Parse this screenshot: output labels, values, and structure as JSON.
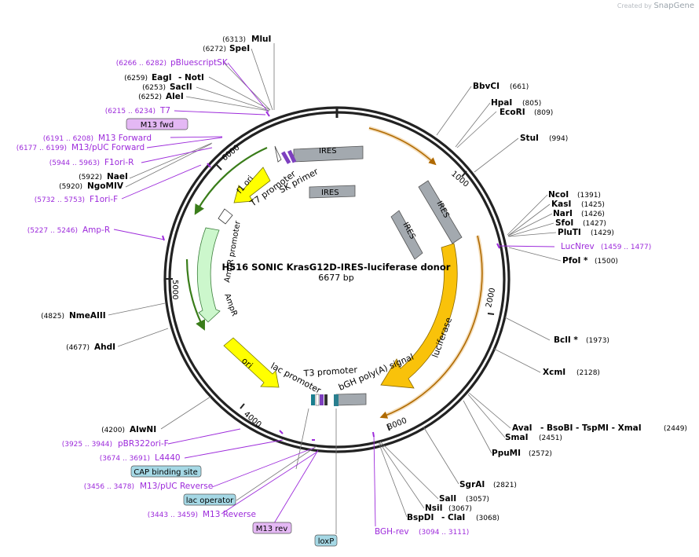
{
  "attribution": {
    "created_by": "Created by",
    "brand": "SnapGene"
  },
  "map": {
    "title": "H516 SONIC KrasG12D-IRES-luciferase donor",
    "length": "6677 bp"
  },
  "ticks": [
    "1000",
    "2000",
    "3000",
    "4000",
    "5000",
    "6000"
  ],
  "features": {
    "ires_top": "IRES",
    "ires_mid": "IRES",
    "ires_right": "IRES",
    "ires_right2": "IRES",
    "luciferase": "luciferase",
    "f1_ori": "f1 ori",
    "t7_promoter": "T7 promoter",
    "sk_primer": "SK primer",
    "ampr_promoter": "AmpR promoter",
    "ampr": "AmpR",
    "ori": "ori",
    "lac_promoter": "lac promoter",
    "t3_promoter": "T3 promoter",
    "bgh_signal": "bGH poly(A) signal"
  },
  "sites": [
    {
      "name": "MluI",
      "pos": "(6313)"
    },
    {
      "name": "SpeI",
      "pos": "(6272)"
    },
    {
      "name": "EagI",
      "pos": "(6259)",
      "extra": "- NotI"
    },
    {
      "name": "SacII",
      "pos": "(6253)"
    },
    {
      "name": "AleI",
      "pos": "(6252)"
    },
    {
      "name": "NaeI",
      "pos": "(5922)"
    },
    {
      "name": "NgoMIV",
      "pos": "(5920)"
    },
    {
      "name": "NmeAIII",
      "pos": "(4825)"
    },
    {
      "name": "AhdI",
      "pos": "(4677)"
    },
    {
      "name": "AlwNI",
      "pos": "(4200)"
    },
    {
      "name": "BbvCI",
      "pos": "(661)"
    },
    {
      "name": "HpaI",
      "pos": "(805)"
    },
    {
      "name": "EcoRI",
      "pos": "(809)"
    },
    {
      "name": "StuI",
      "pos": "(994)"
    },
    {
      "name": "NcoI",
      "pos": "(1391)"
    },
    {
      "name": "KasI",
      "pos": "(1425)"
    },
    {
      "name": "NarI",
      "pos": "(1426)"
    },
    {
      "name": "SfoI",
      "pos": "(1427)"
    },
    {
      "name": "PluTI",
      "pos": "(1429)"
    },
    {
      "name": "PfoI *",
      "pos": "(1500)"
    },
    {
      "name": "BclI *",
      "pos": "(1973)"
    },
    {
      "name": "XcmI",
      "pos": "(2128)"
    },
    {
      "name": "AvaI",
      "pos": "(2449)",
      "extra": "- BsoBI  - TspMI  - XmaI"
    },
    {
      "name": "SmaI",
      "pos": "(2451)"
    },
    {
      "name": "PpuMI",
      "pos": "(2572)"
    },
    {
      "name": "SgrAI",
      "pos": "(2821)"
    },
    {
      "name": "SalI",
      "pos": "(3057)"
    },
    {
      "name": "NsiI",
      "pos": "(3067)"
    },
    {
      "name": "BspDI",
      "pos": "(3068)",
      "extra": "- ClaI"
    }
  ],
  "primers": [
    {
      "name": "pBluescriptSK",
      "range": "(6266 .. 6282)"
    },
    {
      "name": "T7",
      "range": "(6215 .. 6234)"
    },
    {
      "name": "M13 Forward",
      "range": "(6191 .. 6208)"
    },
    {
      "name": "M13/pUC Forward",
      "range": "(6177 .. 6199)"
    },
    {
      "name": "F1ori-R",
      "range": "(5944 .. 5963)"
    },
    {
      "name": "F1ori-F",
      "range": "(5732 .. 5753)"
    },
    {
      "name": "Amp-R",
      "range": "(5227 .. 5246)"
    },
    {
      "name": "pBR322ori-F",
      "range": "(3925 .. 3944)"
    },
    {
      "name": "L4440",
      "range": "(3674 .. 3691)"
    },
    {
      "name": "M13/pUC Reverse",
      "range": "(3456 .. 3478)"
    },
    {
      "name": "M13 Reverse",
      "range": "(3443 .. 3459)"
    },
    {
      "name": "LucNrev",
      "range": "(1459 .. 1477)"
    },
    {
      "name": "BGH-rev",
      "range": "(3094 .. 3111)"
    }
  ],
  "boxes": {
    "m13_fwd": "M13 fwd",
    "cap_binding_site": "CAP binding site",
    "lac_operator": "lac operator",
    "m13_rev": "M13 rev",
    "loxp": "loxP"
  },
  "colors": {
    "ires": "#a3a9af",
    "luciferase": "#f9c20a",
    "f1ori": "#ffff00",
    "ampr": "#ccf7cc",
    "primer": "#9d2bdb",
    "misc_box": "#a5d8e5",
    "primer_box": "#e4b8f4",
    "backbone": "#222222"
  }
}
